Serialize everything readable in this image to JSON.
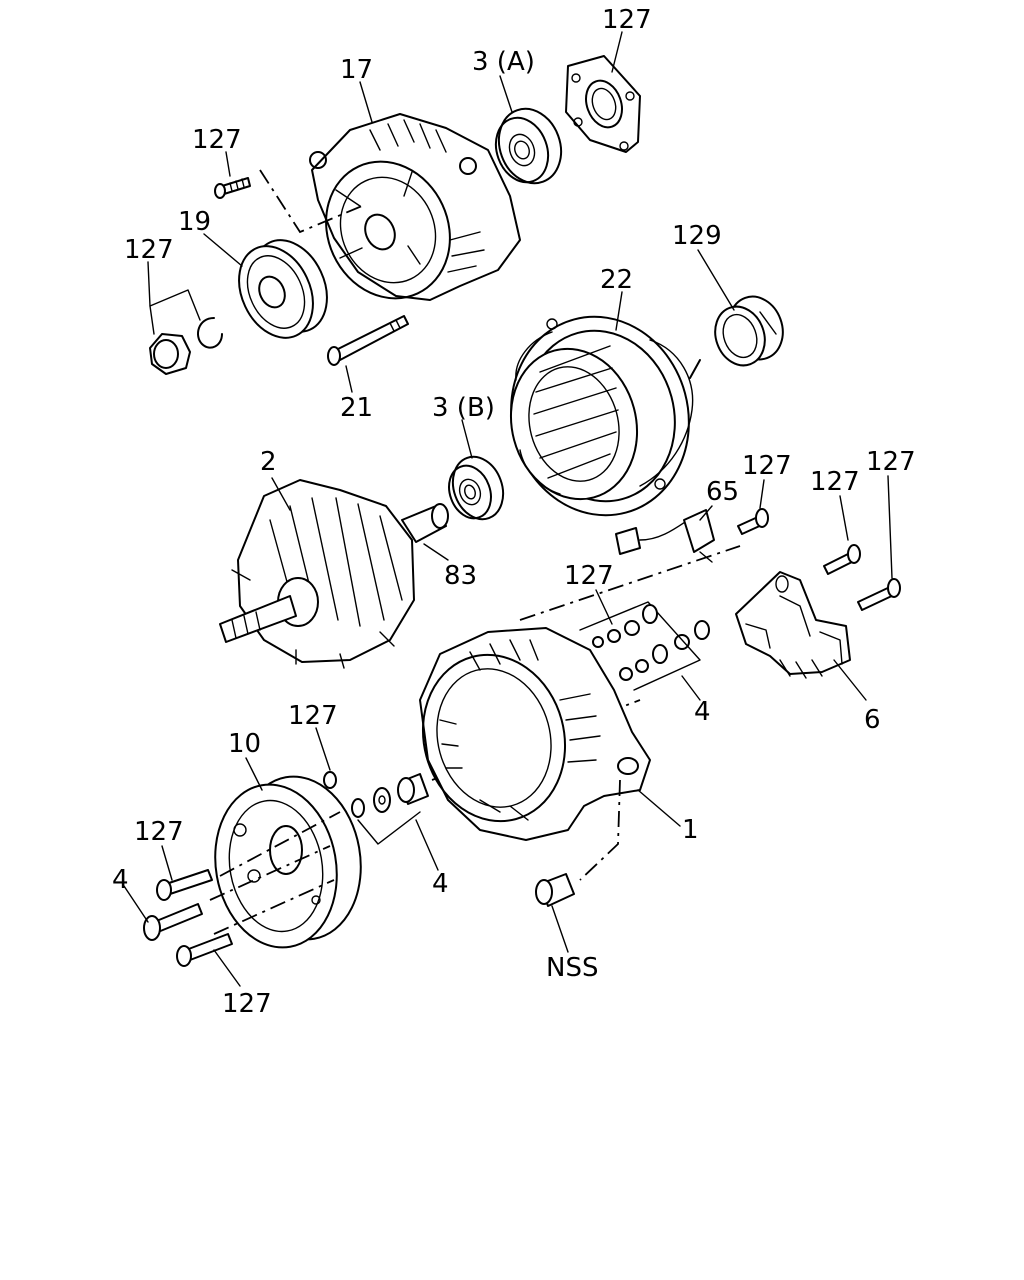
{
  "callouts": {
    "c127_top_right": "127",
    "c3a": "3 (A)",
    "c17": "17",
    "c127_screw_top": "127",
    "c19": "19",
    "c127_nut": "127",
    "c21": "21",
    "c22": "22",
    "c129": "129",
    "c3b": "3 (B)",
    "c2": "2",
    "c83": "83",
    "c65": "65",
    "c127_bolt_65": "127",
    "c127_reg_upper": "127",
    "c127_reg_far": "127",
    "c127_washers": "127",
    "c4_washers": "4",
    "c6": "6",
    "c127_ring": "127",
    "c10": "10",
    "c1": "1",
    "c4_spacer": "4",
    "c127_bolt_left": "127",
    "c4_bolt_left": "4",
    "c127_bolt_bottom": "127",
    "cNSS": "NSS"
  }
}
